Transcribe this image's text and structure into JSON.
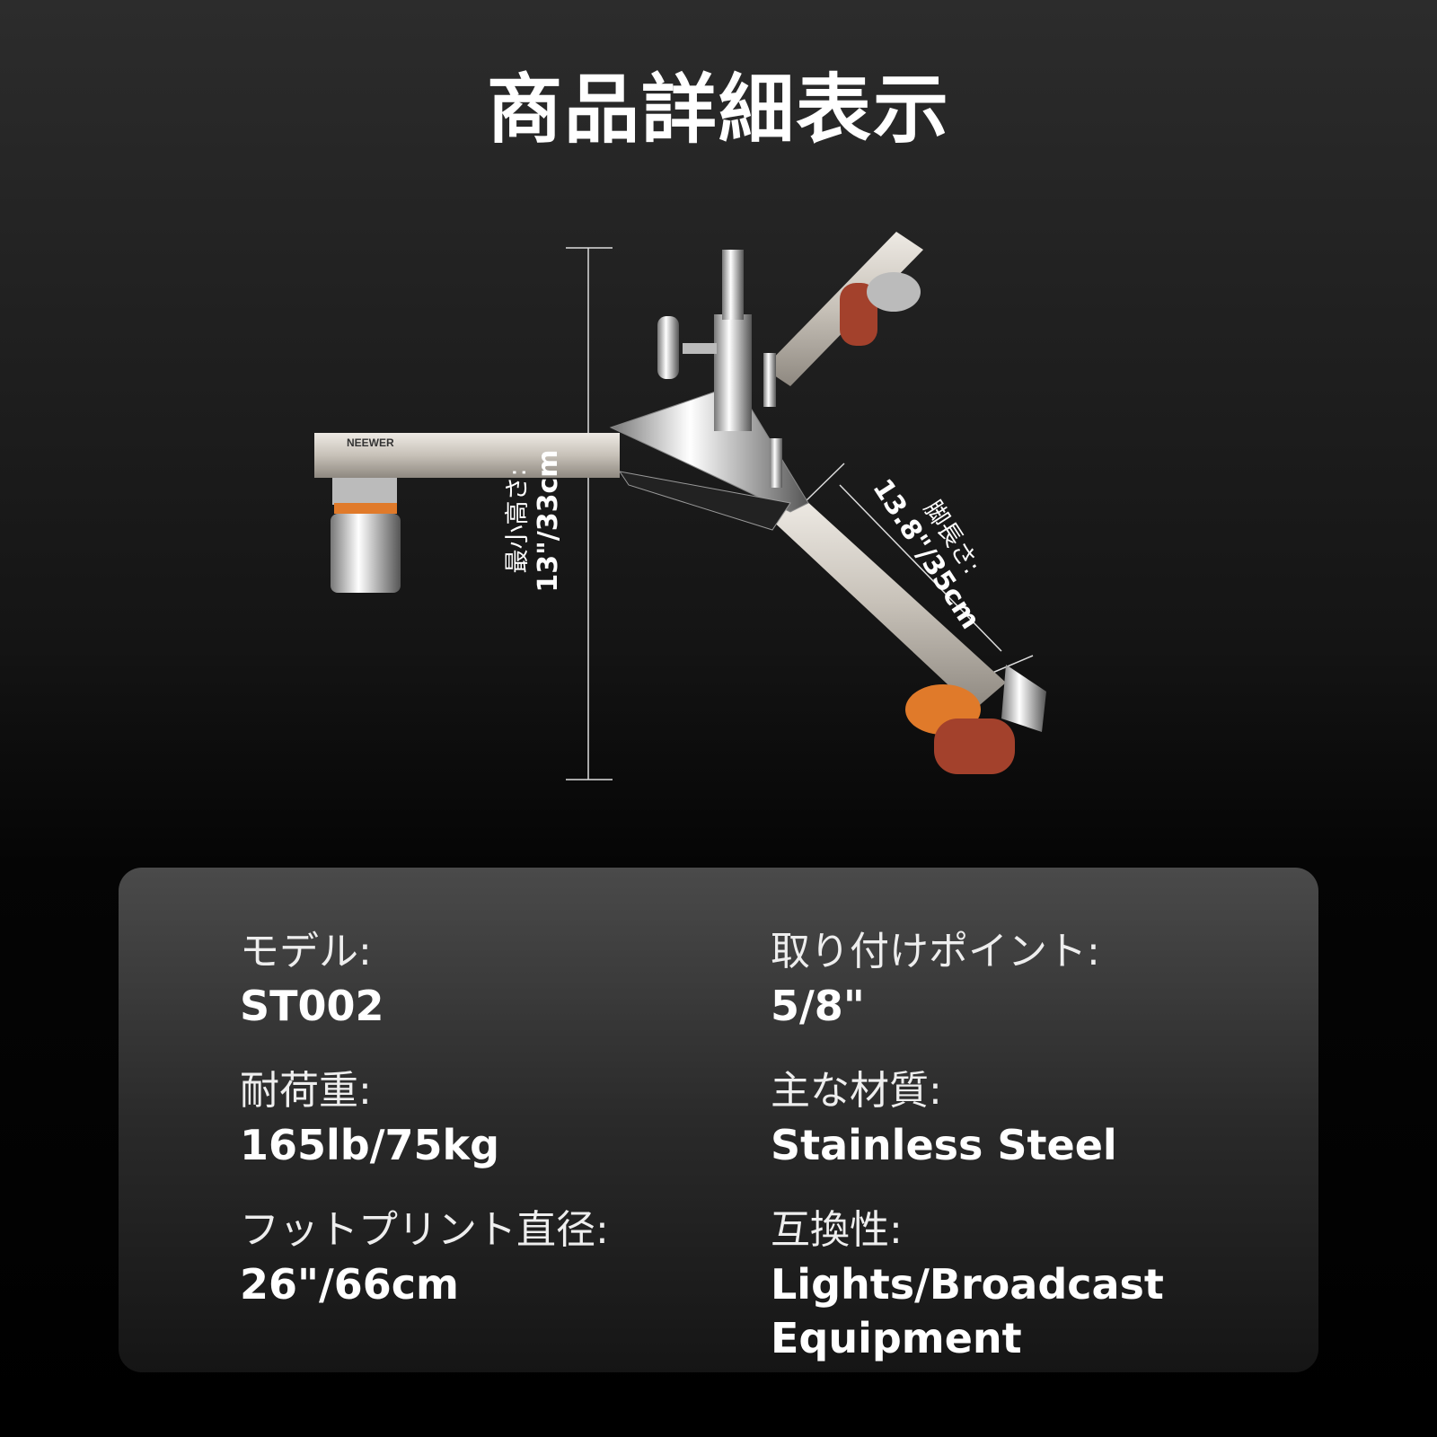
{
  "title": "商品詳細表示",
  "brand_logo": "NEEWER",
  "dimensions": {
    "min_height_label": "最小高さ:",
    "min_height_value": "13\"/33cm",
    "leg_length_label": "脚長さ:",
    "leg_length_value": "13.8\"/35cm"
  },
  "specs": [
    {
      "label": "モデル:",
      "value": "ST002"
    },
    {
      "label": "取り付けポイント:",
      "value": "5/8\""
    },
    {
      "label": "耐荷重:",
      "value": "165lb/75kg"
    },
    {
      "label": "主な材質:",
      "value": "Stainless Steel"
    },
    {
      "label": "フットプリント直径:",
      "value": "26\"/66cm"
    },
    {
      "label": "互換性:",
      "value": "Lights/Broadcast Equipment"
    }
  ],
  "colors": {
    "wheel": "#a3412c",
    "wheel_ring": "#e07a2a",
    "steel": "#c9c4bc"
  }
}
